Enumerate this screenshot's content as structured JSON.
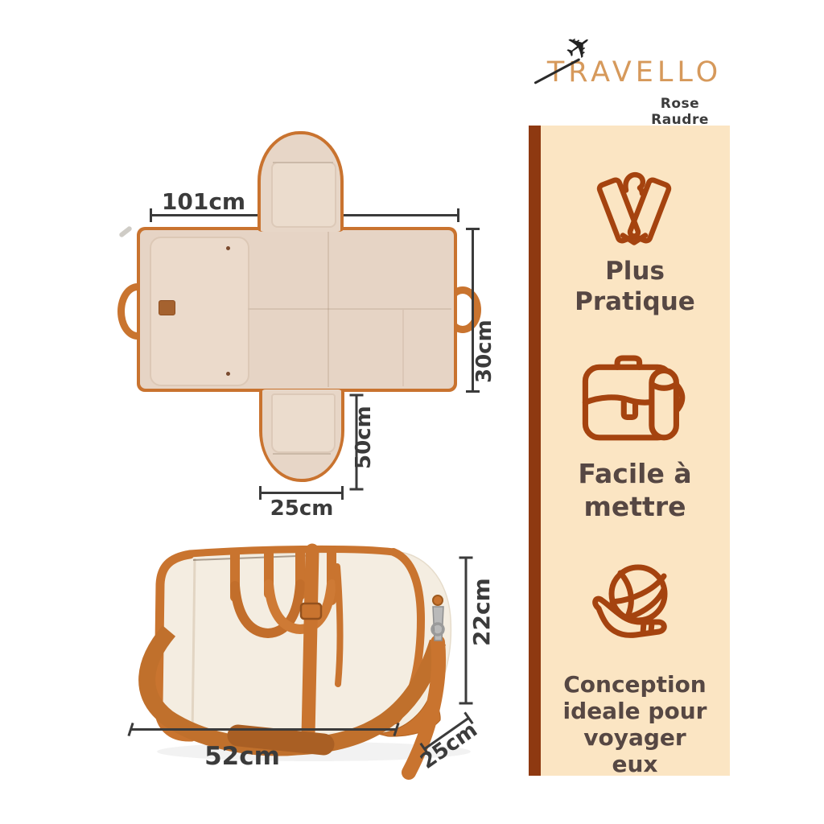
{
  "brand": {
    "logo_text": "TRAVELLO",
    "tagline": "Rose Raudre",
    "logo_color": "#D6995B",
    "plane_glyph": "✈"
  },
  "colors": {
    "panel_background": "#FBE5C3",
    "panel_accent_bar": "#8E3911",
    "icon_stroke": "#A5430F",
    "feature_text": "#564743",
    "dimension_text": "#3B3B3B",
    "bag_trim_orange": "#C9732F",
    "bag_beige": "#E6D4C5",
    "duffel_cream": "#F4EDE1"
  },
  "unfolded_diagram": {
    "dimensions": {
      "width": "101cm",
      "height": "30cm",
      "flap_length": "50cm",
      "flap_width": "25cm"
    }
  },
  "duffel_view": {
    "dimensions": {
      "length": "52cm",
      "height": "22cm",
      "depth": "25cm"
    }
  },
  "features": [
    {
      "icon": "hanging-garment-icon",
      "label": "Plus Pratique"
    },
    {
      "icon": "briefcase-icon",
      "label": "Facile à mettre"
    },
    {
      "icon": "globe-in-hand-icon",
      "label": "Conception ideale pour voyager eux"
    }
  ]
}
